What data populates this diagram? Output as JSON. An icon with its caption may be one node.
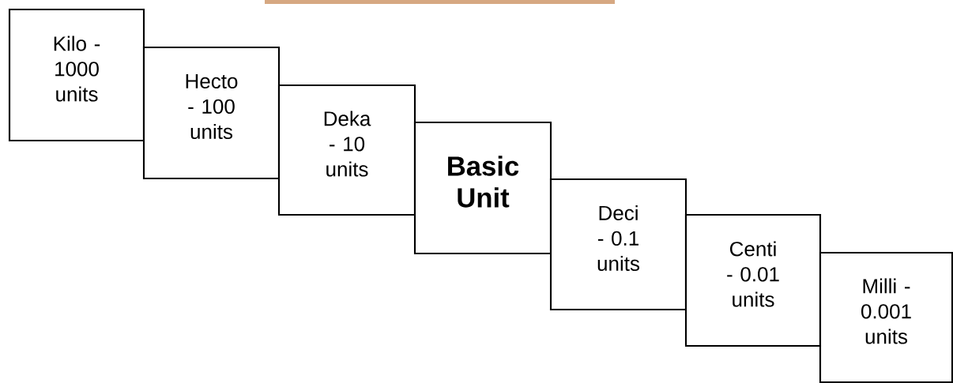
{
  "diagram": {
    "nodes": [
      {
        "text": [
          "Kilo - 1000 units"
        ]
      },
      {
        "text": [
          "Hecto - 100 units"
        ]
      },
      {
        "text": [
          "Deka - 10 units"
        ]
      },
      {
        "text": [
          "Basic Unit"
        ]
      },
      {
        "text": [
          "Deci - 0.1 units"
        ]
      },
      {
        "text": [
          "Centi - 0.01 units"
        ]
      },
      {
        "text": [
          "Milli - 0.001 units"
        ]
      }
    ]
  }
}
